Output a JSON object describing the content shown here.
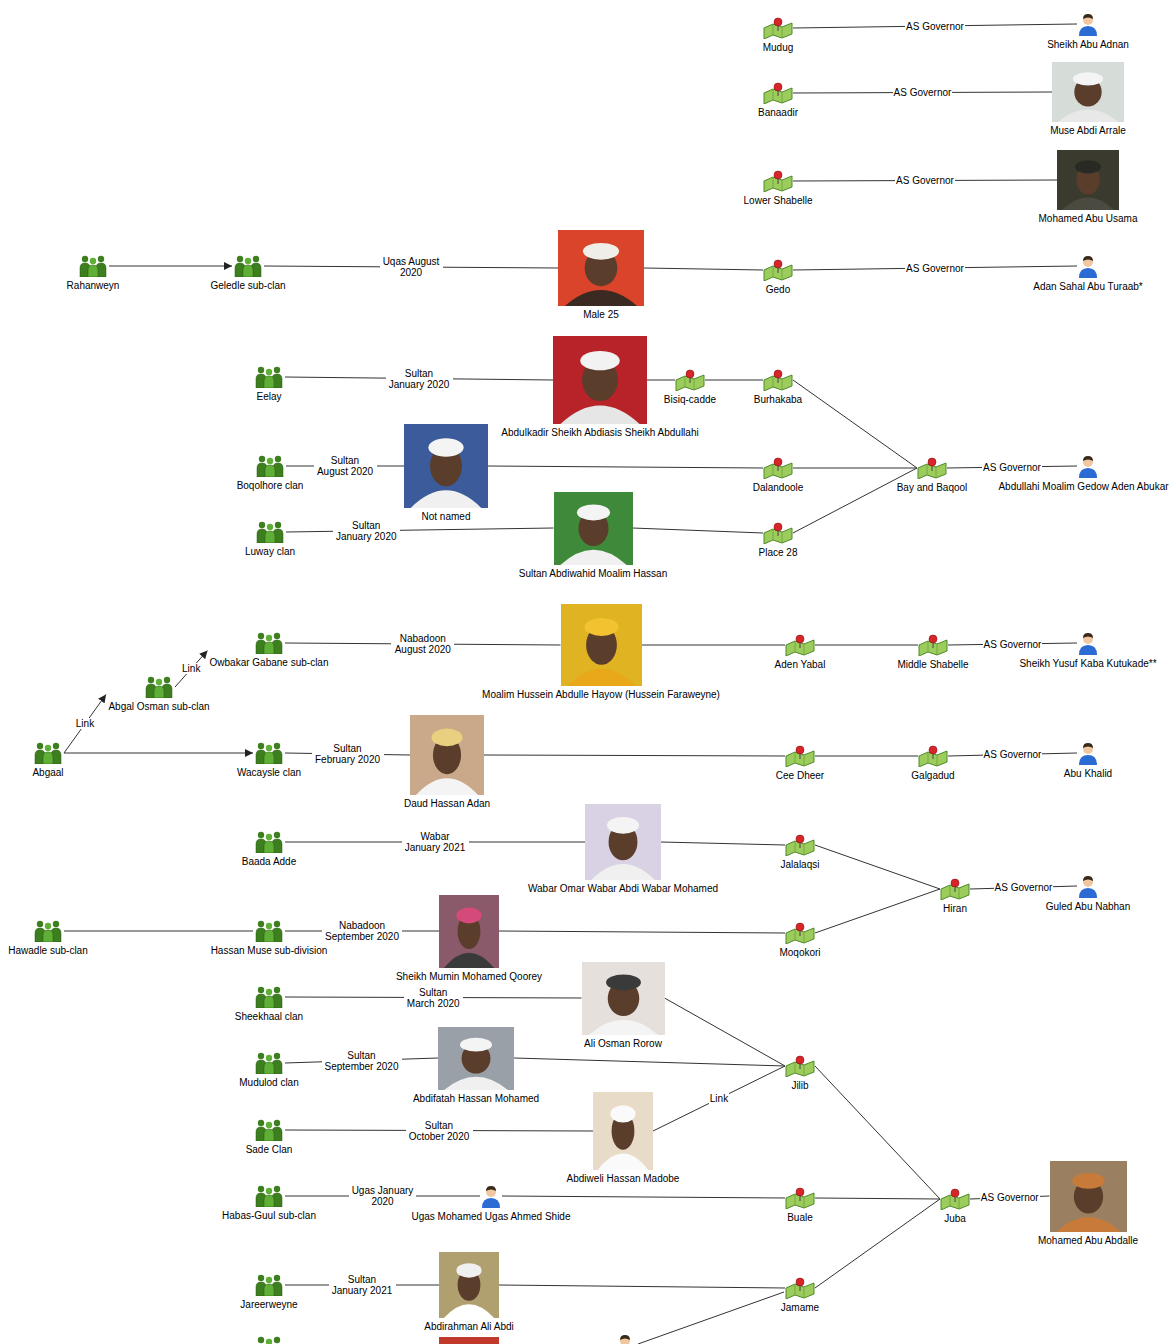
{
  "diagram": {
    "nodes": [
      {
        "text": [
          "Mudug"
        ]
      },
      {
        "text": [
          "Sheikh Abu Adnan"
        ]
      },
      {
        "text": [
          "Banaadir"
        ]
      },
      {
        "text": [
          "Muse Abdi Arrale"
        ]
      },
      {
        "text": [
          "Lower Shabelle"
        ]
      },
      {
        "text": [
          "Mohamed Abu Usama"
        ]
      },
      {
        "text": [
          "Rahanweyn"
        ]
      },
      {
        "text": [
          "Geledle sub-clan"
        ]
      },
      {
        "text": [
          "Male 25"
        ]
      },
      {
        "text": [
          "Gedo"
        ]
      },
      {
        "text": [
          "Adan Sahal Abu Turaab*"
        ]
      },
      {
        "text": [
          "Eelay"
        ]
      },
      {
        "text": [
          "Abdulkadir Sheikh Abdiasis Sheikh Abdullahi"
        ]
      },
      {
        "text": [
          "Bisiq-cadde"
        ]
      },
      {
        "text": [
          "Burhakaba"
        ]
      },
      {
        "text": [
          "Boqolhore clan"
        ]
      },
      {
        "text": [
          "Not named"
        ]
      },
      {
        "text": [
          "Dalandoole"
        ]
      },
      {
        "text": [
          "Bay and Baqool"
        ]
      },
      {
        "text": [
          "Abdullahi Moalim Gedow Aden Abukar"
        ]
      },
      {
        "text": [
          "Luway clan"
        ]
      },
      {
        "text": [
          "Sultan Abdiwahid Moalim Hassan"
        ]
      },
      {
        "text": [
          "Place 28"
        ]
      },
      {
        "text": [
          "Owbakar Gabane sub-clan"
        ]
      },
      {
        "text": [
          "Abgal Osman sub-clan"
        ]
      },
      {
        "text": [
          "Abgaal"
        ]
      },
      {
        "text": [
          "Moalim Hussein Abdulle Hayow (Hussein Faraweyne)"
        ]
      },
      {
        "text": [
          "Aden Yabal"
        ]
      },
      {
        "text": [
          "Middle Shabelle"
        ]
      },
      {
        "text": [
          "Sheikh Yusuf Kaba Kutukade**"
        ]
      },
      {
        "text": [
          "Wacaysle clan"
        ]
      },
      {
        "text": [
          "Daud Hassan Adan"
        ]
      },
      {
        "text": [
          "Cee Dheer"
        ]
      },
      {
        "text": [
          "Galgadud"
        ]
      },
      {
        "text": [
          "Abu Khalid"
        ]
      },
      {
        "text": [
          "Baada Adde"
        ]
      },
      {
        "text": [
          "Wabar Omar Wabar Abdi Wabar Mohamed"
        ]
      },
      {
        "text": [
          "Jalalaqsi"
        ]
      },
      {
        "text": [
          "Hiran"
        ]
      },
      {
        "text": [
          "Guled Abu Nabhan"
        ]
      },
      {
        "text": [
          "Hawadle sub-clan"
        ]
      },
      {
        "text": [
          "Hassan Muse sub-division"
        ]
      },
      {
        "text": [
          "Sheikh Mumin Mohamed Qoorey"
        ]
      },
      {
        "text": [
          "Moqokori"
        ]
      },
      {
        "text": [
          "Sheekhaal clan"
        ]
      },
      {
        "text": [
          "Ali Osman Rorow"
        ]
      },
      {
        "text": [
          "Mudulod clan"
        ]
      },
      {
        "text": [
          "Abdifatah Hassan Mohamed"
        ]
      },
      {
        "text": [
          "Jilib"
        ]
      },
      {
        "text": [
          "Sade Clan"
        ]
      },
      {
        "text": [
          "Abdiweli Hassan Madobe"
        ]
      },
      {
        "text": [
          "Habas-Guul sub-clan"
        ]
      },
      {
        "text": [
          "Ugas Mohamed Ugas Ahmed Shide"
        ]
      },
      {
        "text": [
          "Buale"
        ]
      },
      {
        "text": [
          "Juba"
        ]
      },
      {
        "text": [
          "Mohamed Abu Abdalle"
        ]
      },
      {
        "text": [
          "Jareerweyne"
        ]
      },
      {
        "text": [
          "Abdirahman Ali Abdi"
        ]
      },
      {
        "text": [
          "Jamame"
        ]
      }
    ],
    "edges": [
      {
        "from": 0,
        "to": 1,
        "label": "AS Governor",
        "arrow": "none"
      },
      {
        "from": 2,
        "to": 3,
        "label": "AS Governor",
        "arrow": "none"
      },
      {
        "from": 4,
        "to": 5,
        "label": "AS Governor",
        "arrow": "none"
      },
      {
        "from": 6,
        "to": 7,
        "arrow": "to"
      },
      {
        "from": 7,
        "to": 8,
        "label": "Uqas August 2020",
        "arrow": "none"
      },
      {
        "from": 8,
        "to": 9,
        "arrow": "none"
      },
      {
        "from": 9,
        "to": 10,
        "label": "AS Governor",
        "arrow": "none"
      },
      {
        "from": 11,
        "to": 12,
        "label": "Sultan January 2020",
        "arrow": "none"
      },
      {
        "from": 12,
        "to": 13,
        "arrow": "none"
      },
      {
        "from": 13,
        "to": 14,
        "arrow": "none"
      },
      {
        "from": 14,
        "to": 18,
        "arrow": "none"
      },
      {
        "from": 15,
        "to": 16,
        "label": "Sultan August 2020",
        "arrow": "none"
      },
      {
        "from": 16,
        "to": 17,
        "arrow": "none"
      },
      {
        "from": 17,
        "to": 18,
        "arrow": "none"
      },
      {
        "from": 18,
        "to": 19,
        "label": "AS Governor",
        "arrow": "none"
      },
      {
        "from": 20,
        "to": 21,
        "label": "Sultan January 2020",
        "arrow": "none"
      },
      {
        "from": 21,
        "to": 22,
        "arrow": "none"
      },
      {
        "from": 22,
        "to": 18,
        "arrow": "none"
      },
      {
        "from": 25,
        "to": 24,
        "label": "Link",
        "arrow": "to"
      },
      {
        "from": 24,
        "to": 23,
        "label": "Link",
        "arrow": "to"
      },
      {
        "from": 23,
        "to": 26,
        "label": "Nabadoon August 2020",
        "arrow": "none"
      },
      {
        "from": 26,
        "to": 27,
        "arrow": "none"
      },
      {
        "from": 27,
        "to": 28,
        "arrow": "none"
      },
      {
        "from": 28,
        "to": 29,
        "label": "AS Governor",
        "arrow": "none"
      },
      {
        "from": 25,
        "to": 30,
        "arrow": "to"
      },
      {
        "from": 30,
        "to": 31,
        "label": "Sultan February 2020",
        "arrow": "none"
      },
      {
        "from": 31,
        "to": 32,
        "arrow": "none"
      },
      {
        "from": 32,
        "to": 33,
        "arrow": "none"
      },
      {
        "from": 33,
        "to": 34,
        "label": "AS Governor",
        "arrow": "none"
      },
      {
        "from": 35,
        "to": 36,
        "label": "Wabar January 2021",
        "arrow": "none"
      },
      {
        "from": 36,
        "to": 37,
        "arrow": "none"
      },
      {
        "from": 37,
        "to": 38,
        "arrow": "none"
      },
      {
        "from": 38,
        "to": 39,
        "label": "AS Governor",
        "arrow": "none"
      },
      {
        "from": 40,
        "to": 41,
        "arrow": "none"
      },
      {
        "from": 41,
        "to": 42,
        "label": "Nabadoon September 2020",
        "arrow": "none"
      },
      {
        "from": 42,
        "to": 43,
        "arrow": "none"
      },
      {
        "from": 43,
        "to": 38,
        "arrow": "none"
      },
      {
        "from": 44,
        "to": 45,
        "label": "Sultan March 2020",
        "arrow": "none"
      },
      {
        "from": 45,
        "to": 48,
        "arrow": "none"
      },
      {
        "from": 46,
        "to": 47,
        "label": "Sultan September 2020",
        "arrow": "none"
      },
      {
        "from": 47,
        "to": 48,
        "arrow": "none"
      },
      {
        "from": 49,
        "to": 50,
        "label": "Sultan October 2020",
        "arrow": "none"
      },
      {
        "from": 50,
        "to": 48,
        "label": "Link",
        "arrow": "none"
      },
      {
        "from": 48,
        "to": 54,
        "arrow": "none"
      },
      {
        "from": 51,
        "to": 52,
        "label": "Ugas January 2020",
        "arrow": "none"
      },
      {
        "from": 52,
        "to": 53,
        "arrow": "none"
      },
      {
        "from": 53,
        "to": 54,
        "arrow": "none"
      },
      {
        "from": 54,
        "to": 55,
        "label": "AS Governor",
        "arrow": "none"
      },
      {
        "from": 56,
        "to": 57,
        "label": "Sultan January 2021",
        "arrow": "none"
      },
      {
        "from": 57,
        "to": 58,
        "arrow": "none"
      },
      {
        "from": 58,
        "to": 54,
        "arrow": "none"
      }
    ]
  }
}
